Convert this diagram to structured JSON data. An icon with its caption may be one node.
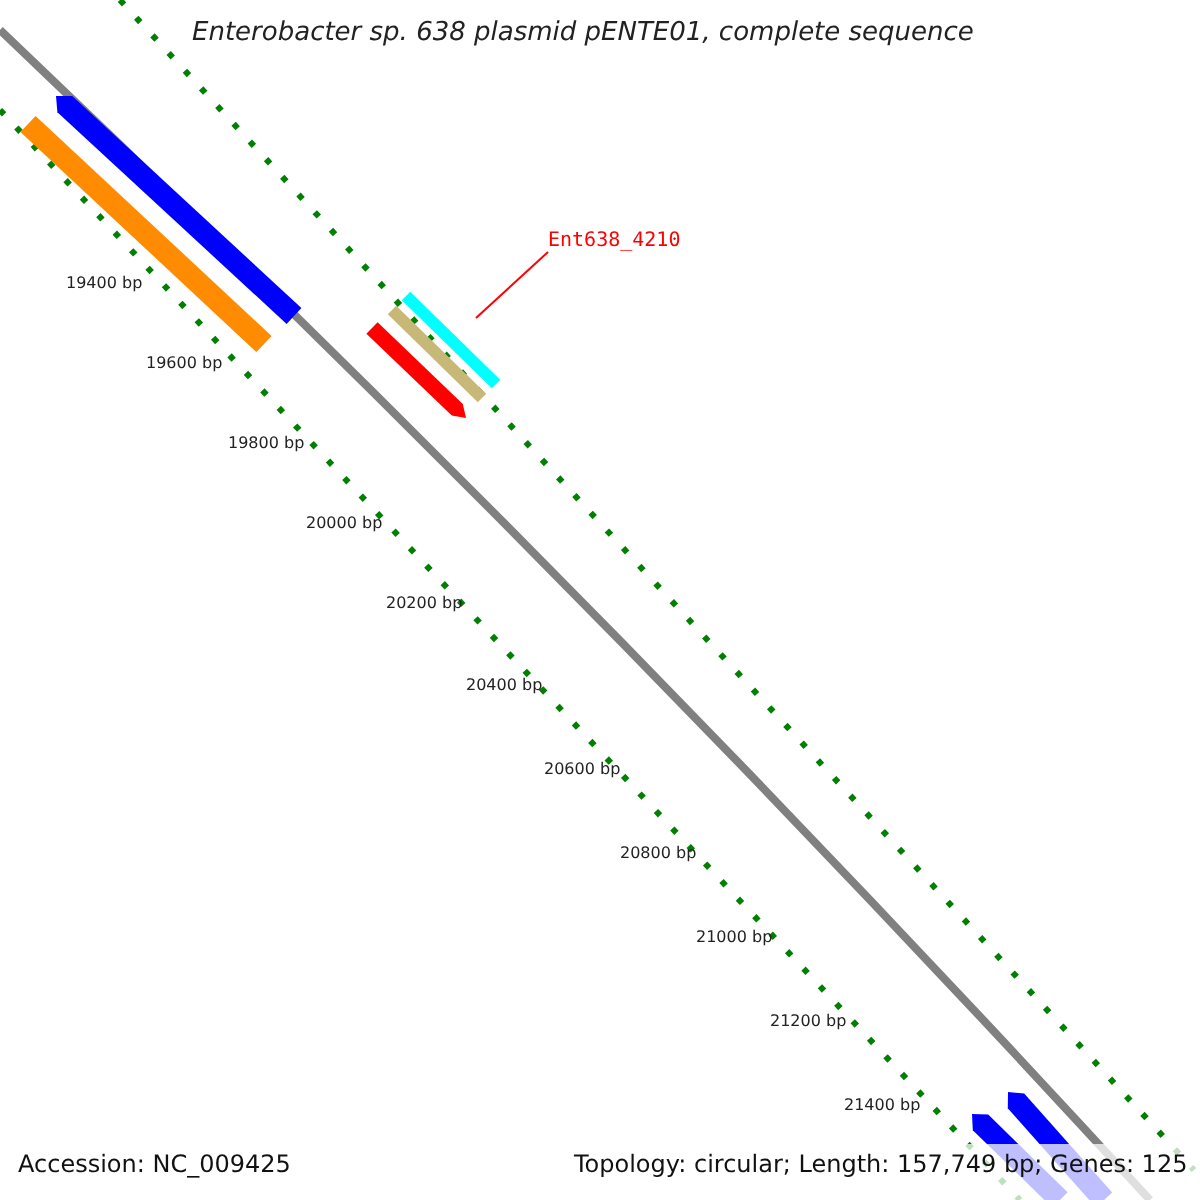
{
  "diagram": {
    "title": "Enterobacter sp. 638 plasmid pENTE01, complete sequence",
    "nodes": [
      {
        "text": [
          "Ent638_4210"
        ]
      },
      {
        "text": [],
        "shape": "bar"
      }
    ],
    "edges": [
      {
        "from": 0,
        "to": 1,
        "arrow": "none",
        "color": "#ff0000"
      }
    ],
    "labels": [
      "19400 bp",
      "19600 bp",
      "19800 bp",
      "20000 bp",
      "20200 bp",
      "20400 bp",
      "20600 bp",
      "20800 bp",
      "21000 bp",
      "21200 bp",
      "21400 bp",
      "Accession: NC_009425",
      "Topology: circular; Length: 157,749 bp; Genes: 125"
    ]
  }
}
